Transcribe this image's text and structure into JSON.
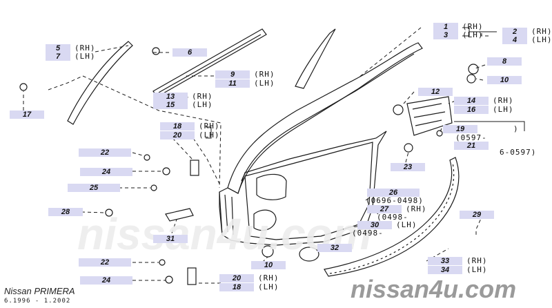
{
  "watermark": {
    "text": "nissan4u.com",
    "faded_text": "nissan4u.com"
  },
  "footer": {
    "model": "Nissan PRIMERA",
    "years": "6.1996 - 1.2002"
  },
  "callouts": {
    "c1": {
      "num": "1",
      "side": "(RH)"
    },
    "c3": {
      "num": "3",
      "side": "(LH)"
    },
    "c2": {
      "num": "2",
      "side": "(RH)"
    },
    "c4": {
      "num": "4",
      "side": "(LH)"
    },
    "c5": {
      "num": "5",
      "side": "(RH)"
    },
    "c7": {
      "num": "7",
      "side": "(LH)"
    },
    "c6": {
      "num": "6"
    },
    "c8": {
      "num": "8"
    },
    "c10a": {
      "num": "10"
    },
    "c9": {
      "num": "9",
      "side": "(RH)"
    },
    "c11": {
      "num": "11",
      "side": "(LH)"
    },
    "c13": {
      "num": "13",
      "side": "(RH)"
    },
    "c15": {
      "num": "15",
      "side": "(LH)"
    },
    "c17": {
      "num": "17"
    },
    "c12": {
      "num": "12"
    },
    "c14": {
      "num": "14",
      "side": "(RH)"
    },
    "c16": {
      "num": "16",
      "side": "(LH)"
    },
    "c18a": {
      "num": "18",
      "side": "(RH)"
    },
    "c20a": {
      "num": "20",
      "side": "(LH)"
    },
    "c19": {
      "num": "19",
      "side": ")"
    },
    "c19date": "(0597-",
    "c21": {
      "num": "21"
    },
    "c21date": "6-0597)",
    "c22a": {
      "num": "22"
    },
    "c24a": {
      "num": "24"
    },
    "c23": {
      "num": "23"
    },
    "c25": {
      "num": "25"
    },
    "c26": {
      "num": "26"
    },
    "c26date": "(0696-0498)",
    "c27": {
      "num": "27",
      "side": "(RH)"
    },
    "c27date": "(0498-",
    "c28": {
      "num": "28"
    },
    "c29": {
      "num": "29"
    },
    "c30": {
      "num": "30",
      "side": "(LH)"
    },
    "c30date": "(0498-",
    "c31": {
      "num": "31"
    },
    "c32": {
      "num": "32"
    },
    "c10b": {
      "num": "10"
    },
    "c33": {
      "num": "33",
      "side": "(RH)"
    },
    "c34": {
      "num": "34",
      "side": "(LH)"
    },
    "c22b": {
      "num": "22"
    },
    "c24b": {
      "num": "24"
    },
    "c20b": {
      "num": "20",
      "side": "(RH)"
    },
    "c18b": {
      "num": "18",
      "side": "(LH)"
    }
  }
}
